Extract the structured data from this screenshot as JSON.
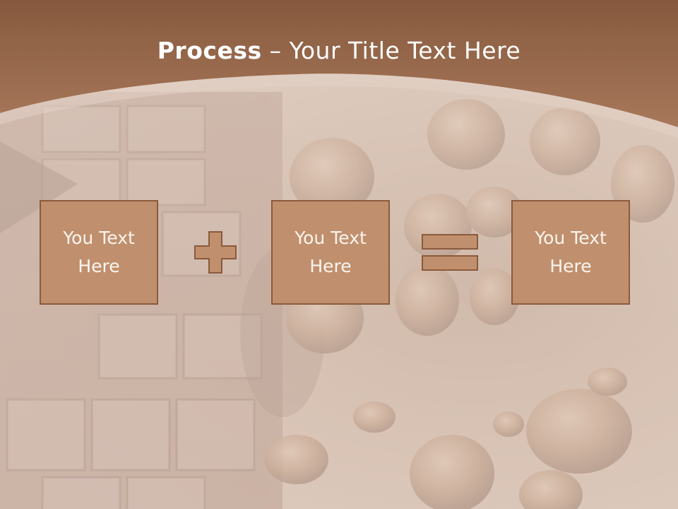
{
  "slide": {
    "title_bold": "Process",
    "title_rest": " – Your Title Text Here"
  },
  "boxes": [
    {
      "text": "You Text\nHere"
    },
    {
      "text": "You Text\nHere"
    },
    {
      "text": "You Text\nHere"
    }
  ],
  "operators": {
    "first": "plus-icon",
    "second": "equals-icon"
  },
  "colors": {
    "header": "#9a6a4c",
    "box_fill": "#c0906e",
    "box_border": "#8a5a3c",
    "title_text": "#ffffff",
    "box_text": "#fbf4ee"
  }
}
